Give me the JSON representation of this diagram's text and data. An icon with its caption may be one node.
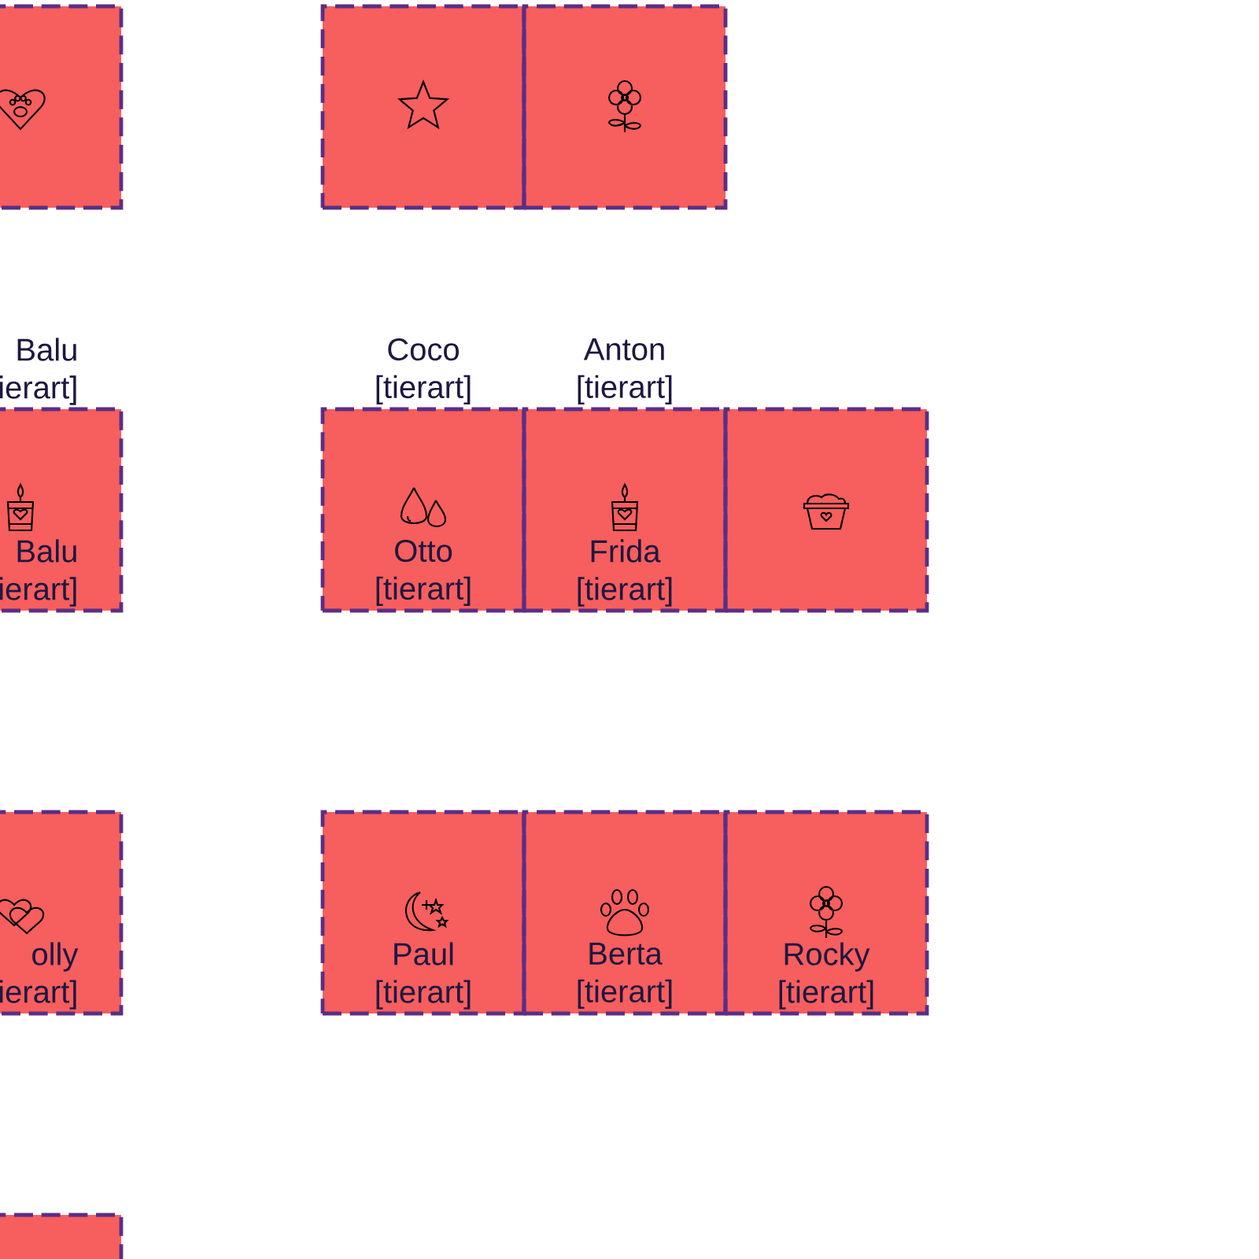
{
  "diagram": {
    "nodes": [
      {
        "text": [],
        "shape": "box"
      },
      {
        "text": [],
        "shape": "box"
      },
      {
        "text": [],
        "shape": "box"
      },
      {
        "text": [
          "Balu ierart]",
          "Balu ierart]"
        ]
      },
      {
        "text": [
          "Coco [tierart]",
          "Otto [tierart]"
        ]
      },
      {
        "text": [
          "Anton [tierart]",
          "Frida [tierart]"
        ]
      },
      {
        "text": [],
        "shape": "box"
      },
      {
        "text": [
          "olly ierart]"
        ]
      },
      {
        "text": [
          "Paul [tierart]"
        ]
      },
      {
        "text": [
          "Berta [tierart]"
        ]
      },
      {
        "text": [
          "Rocky [tierart]"
        ]
      },
      {
        "text": [],
        "shape": "box"
      }
    ]
  }
}
